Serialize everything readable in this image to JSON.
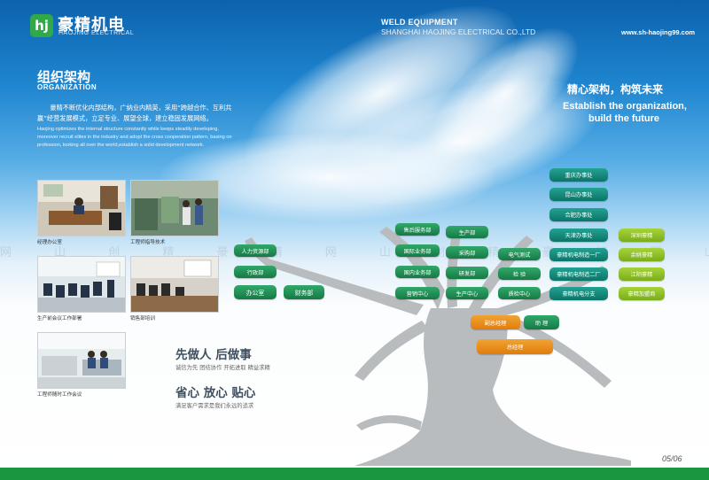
{
  "header": {
    "logo_mark": "hj",
    "logo_cn": "豪精机电",
    "logo_en": "HAOJING ELECTRICAL",
    "weld_title": "WELD EQUIPMENT",
    "weld_subtitle": "SHANGHAI HAOJING ELECTRICAL CO.,LTD",
    "website": "www.sh-haojing99.com"
  },
  "intro": {
    "title_cn": "组织架构",
    "title_en": "ORGANIZATION",
    "text_cn": "豪精不断优化内部结构，广纳业内精英，采用“跨越合作、互利共赢”经营发展模式，立足专业、展望全球，建立稳固发展网络。",
    "text_en": "Haojing optimizes the internal structure constantly while keeps steadily developing, moreover recruit elites in the industry and adopt the cross cooperation pattern, basing on profession, looking all over the world,establish a solid development network."
  },
  "slogan": {
    "cn": "精心架构，构筑未来",
    "en_line1": "Establish the organization,",
    "en_line2": "build the future"
  },
  "photos": [
    {
      "caption": "经理办公室"
    },
    {
      "caption": "工程师指导技术"
    },
    {
      "caption": "生产前会议工作部署"
    },
    {
      "caption": "销售部培训"
    },
    {
      "caption": "工程师随时工作会议"
    }
  ],
  "watermark": "网 山 创 精 豪 精 网 山 创 精 豪 精 网 山 创 精 豪 精",
  "motto": {
    "line1": "先做人  后做事",
    "line1_sub": "诚信为先  团结协作  开拓进取  精益求精",
    "line2": "省心 放心 贴心",
    "line2_sub": "满足客户需求是我们永远的追求"
  },
  "org": {
    "general_manager": "总经理",
    "deputy_manager": "副总经理",
    "assistant": "助  理",
    "left_branch": [
      "人力资源部",
      "行政部",
      "办公室",
      "财务部"
    ],
    "marketing": [
      "售后服务部",
      "国际业务部",
      "国内业务部",
      "营销中心"
    ],
    "production": [
      "生产部",
      "采购部",
      "研发部",
      "生产中心"
    ],
    "quality": [
      "电气测试",
      "检  验",
      "质检中心"
    ],
    "branches": [
      "重庆办事处",
      "昆山办事处",
      "合肥办事处",
      "天津办事处",
      "豪精机电制造一厂",
      "豪精机电制造二厂",
      "豪精机电分支"
    ],
    "partners": [
      "深圳豪精",
      "余姚豪精",
      "江阴豪精",
      "豪精加盟商"
    ]
  },
  "footer": {
    "page": "05/06"
  },
  "colors": {
    "green": "#1b9640",
    "teal": "#0b7468",
    "orange": "#e88a12",
    "lime": "#8dbd24",
    "sky": "#1f86d0"
  }
}
